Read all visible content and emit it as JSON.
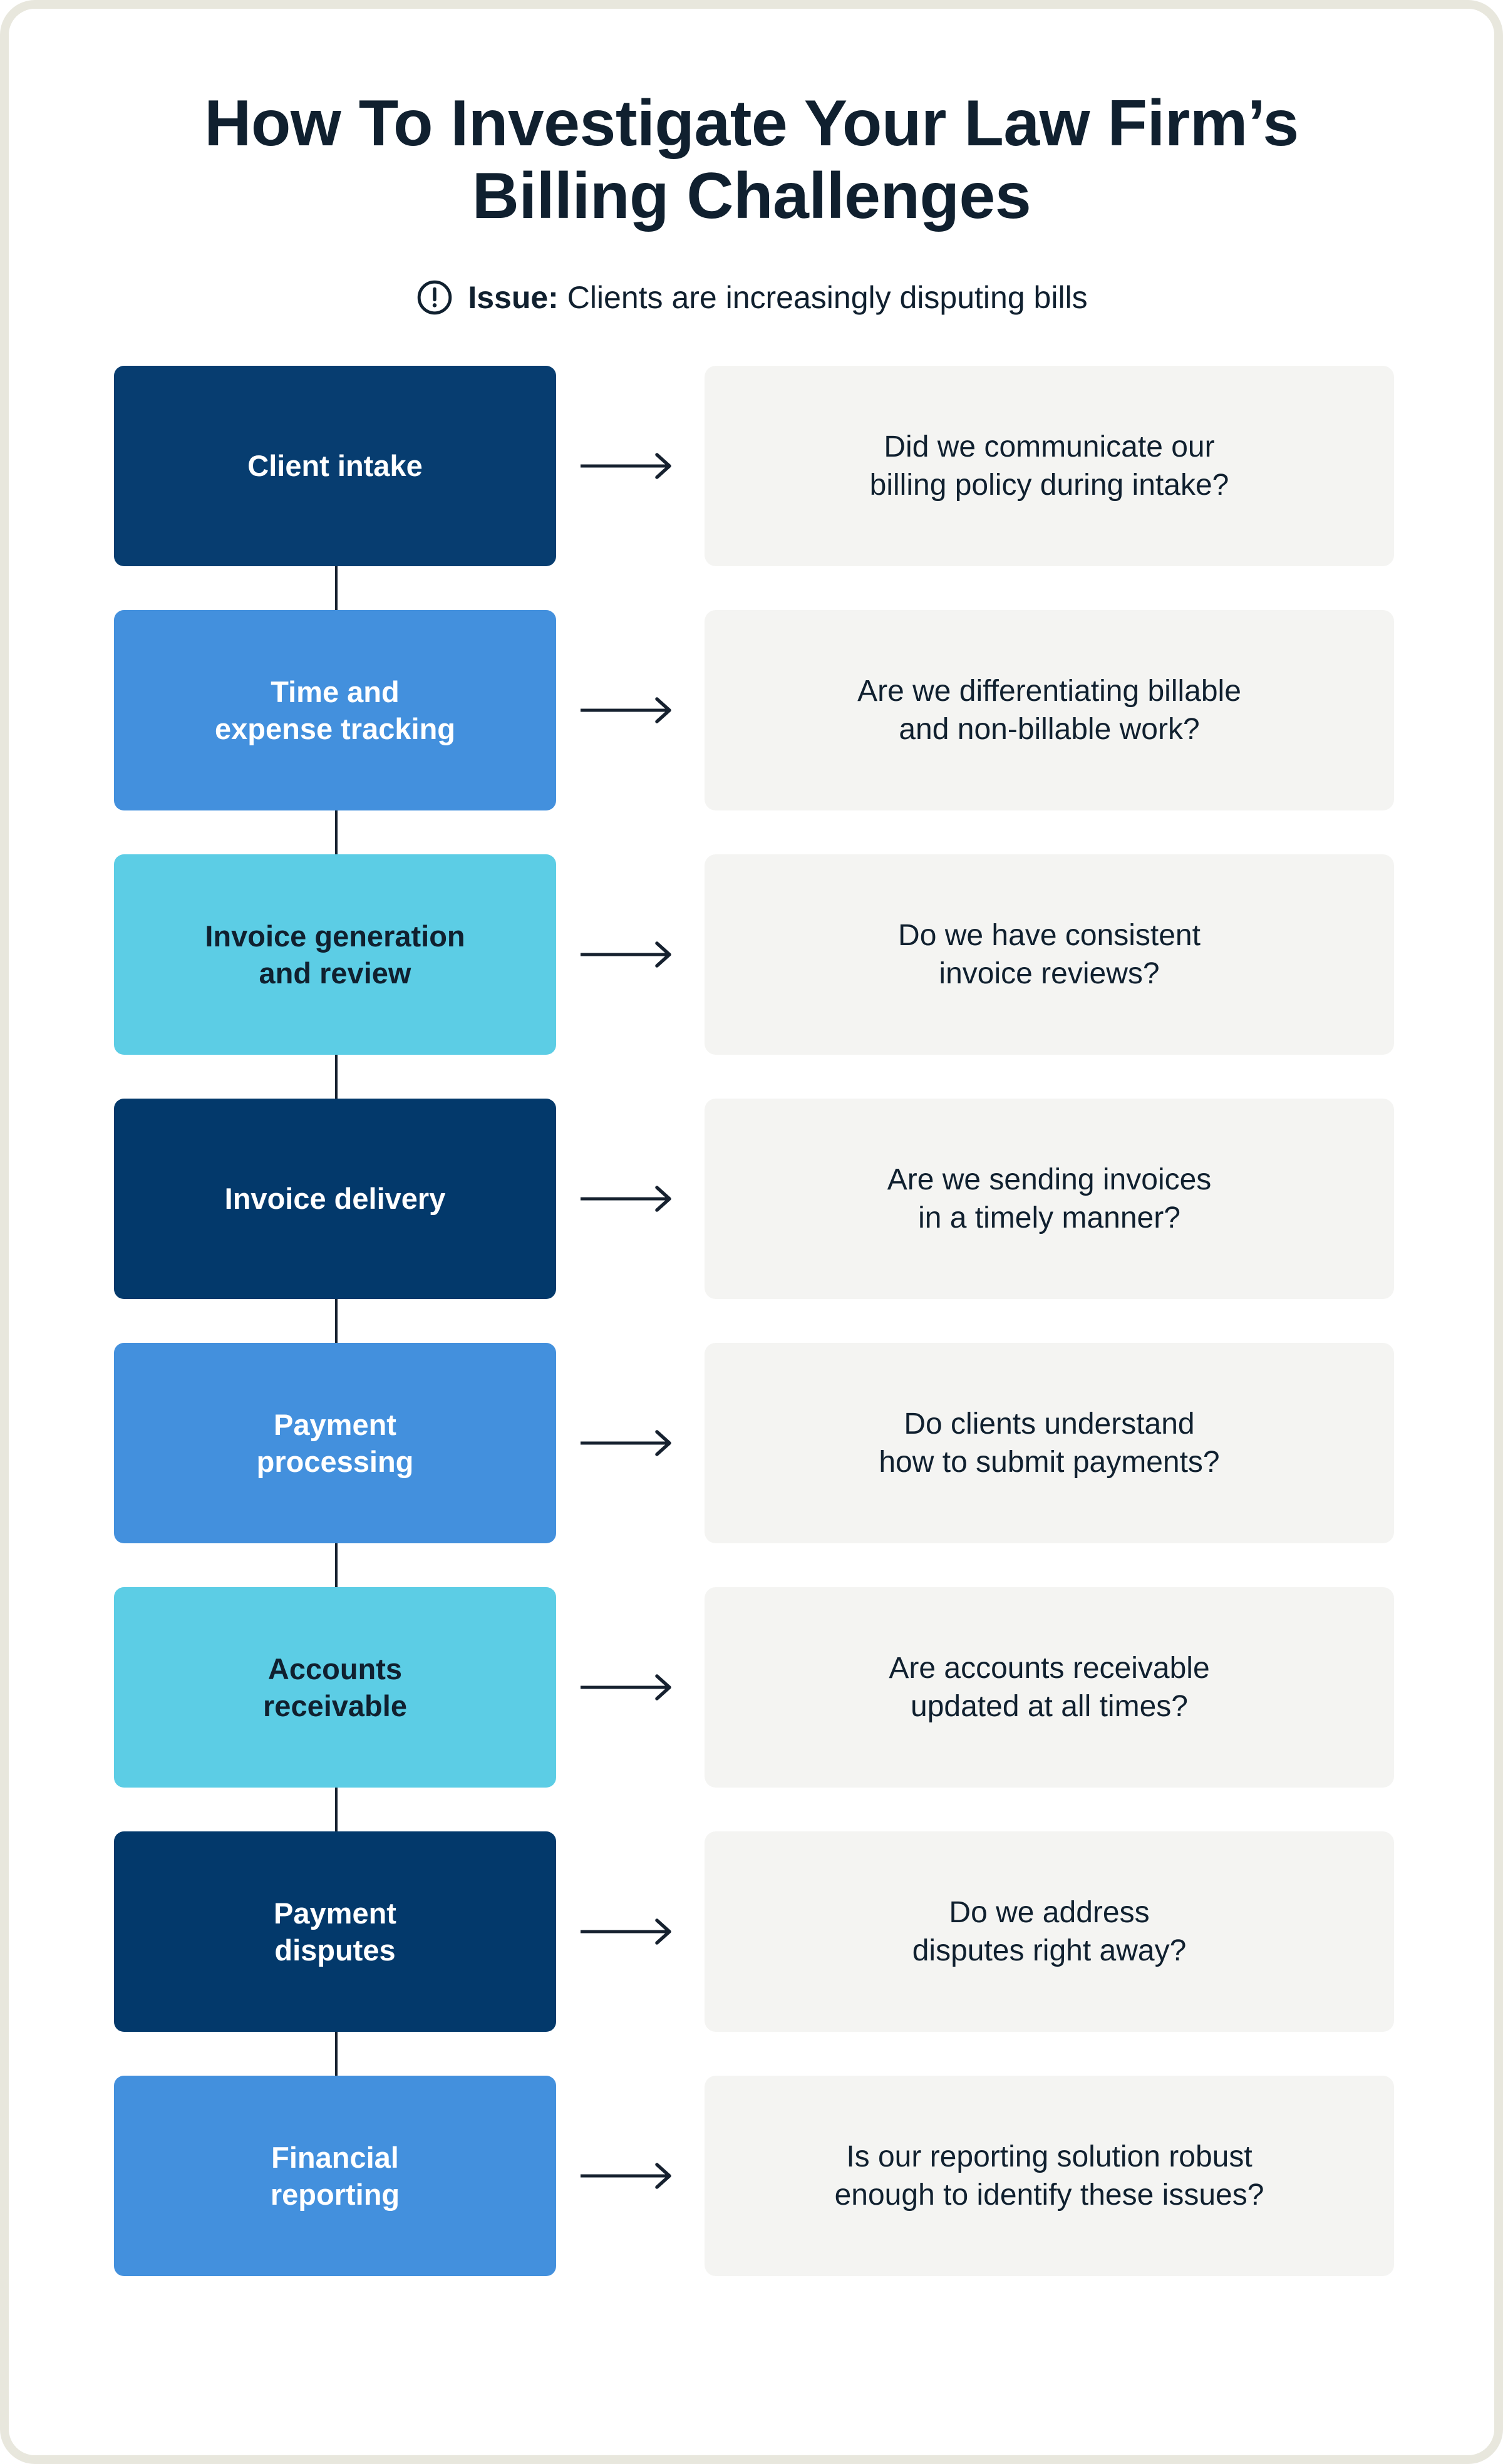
{
  "header": {
    "title": "How To Investigate Your Law Firm’s Billing Challenges",
    "issue_icon": "alert-circle-icon",
    "issue_label": "Issue:",
    "issue_text": " Clients are increasingly disputing bills"
  },
  "colors": {
    "navy": "#073d70",
    "navy_dark": "#03396b",
    "blue": "#4390dd",
    "cyan": "#5ccde5",
    "card_gray": "#f4f4f2",
    "text_dark": "#10202f",
    "line": "#16212f",
    "page_border": "#e8e7dd"
  },
  "flow": {
    "arrow_icon": "arrow-right-icon",
    "steps": [
      {
        "stage": "Client intake",
        "question": "Did we communicate our\nbilling policy during intake?",
        "color": "navy"
      },
      {
        "stage": "Time and\nexpense tracking",
        "question": "Are we differentiating billable\nand non-billable work?",
        "color": "blue"
      },
      {
        "stage": "Invoice generation\nand review",
        "question": "Do we have consistent\ninvoice reviews?",
        "color": "cyan"
      },
      {
        "stage": "Invoice delivery",
        "question": "Are we sending invoices\nin a timely manner?",
        "color": "navy2"
      },
      {
        "stage": "Payment\nprocessing",
        "question": "Do clients understand\nhow to submit payments?",
        "color": "blue"
      },
      {
        "stage": "Accounts\nreceivable",
        "question": "Are accounts receivable\nupdated at all times?",
        "color": "cyan"
      },
      {
        "stage": "Payment\ndisputes",
        "question": "Do we address\ndisputes right away?",
        "color": "navy2"
      },
      {
        "stage": "Financial\nreporting",
        "question": "Is our reporting solution robust\nenough to identify these issues?",
        "color": "blue"
      }
    ]
  }
}
